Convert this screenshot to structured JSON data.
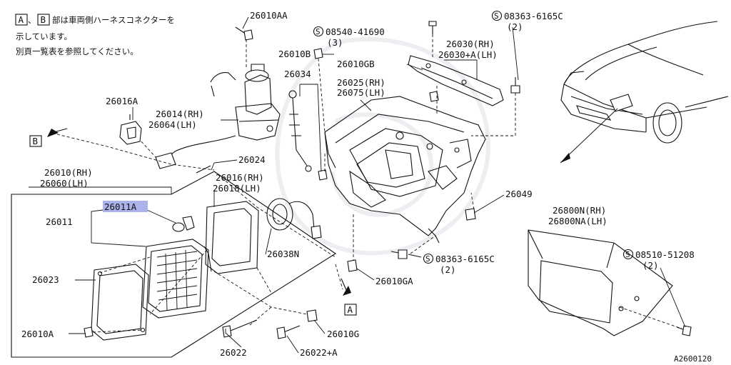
{
  "note": {
    "box_a": "A",
    "box_b": "B",
    "sep": "、",
    "line1": "部は車両側ハーネスコネクターを",
    "line2": "示しています。",
    "line3": "別頁一覧表を参照してください。"
  },
  "labels": {
    "p26010AA": "26010AA",
    "s1_num": "08540-41690",
    "s1_qty": "(3)",
    "s2_num": "08363-6165C",
    "s2_qty": "(2)",
    "p26010B": "26010B",
    "p26034": "26034",
    "p26010GB": "26010GB",
    "p26030rh": "26030(RH)",
    "p26030lh": "26030+A(LH)",
    "p26025rh": "26025(RH)",
    "p26075lh": "26075(LH)",
    "p26016A": "26016A",
    "p26014rh": "26014(RH)",
    "p26064lh": "26064(LH)",
    "p26024": "26024",
    "p26010rh": "26010(RH)",
    "p26060lh": "26060(LH)",
    "p26016rh": "26016(RH)",
    "p26018lh": "26018(LH)",
    "p26011A": "26011A",
    "p26011": "26011",
    "p26038N": "26038N",
    "p26049": "26049",
    "s3_num": "08363-6165C",
    "s3_qty": "(2)",
    "p26010GA": "26010GA",
    "p26023": "26023",
    "p26800rh": "26800N(RH)",
    "p26800lh": "26800NA(LH)",
    "s4_num": "08510-51208",
    "s4_qty": "(2)",
    "p26010A": "26010A",
    "p26010G": "26010G",
    "p26022": "26022",
    "p26022A": "26022+A",
    "tagA": "A",
    "tagB": "B",
    "s_mark": "S",
    "code": "A2600120"
  },
  "colors": {
    "highlight": "#aab4ea",
    "ink": "#111111"
  }
}
